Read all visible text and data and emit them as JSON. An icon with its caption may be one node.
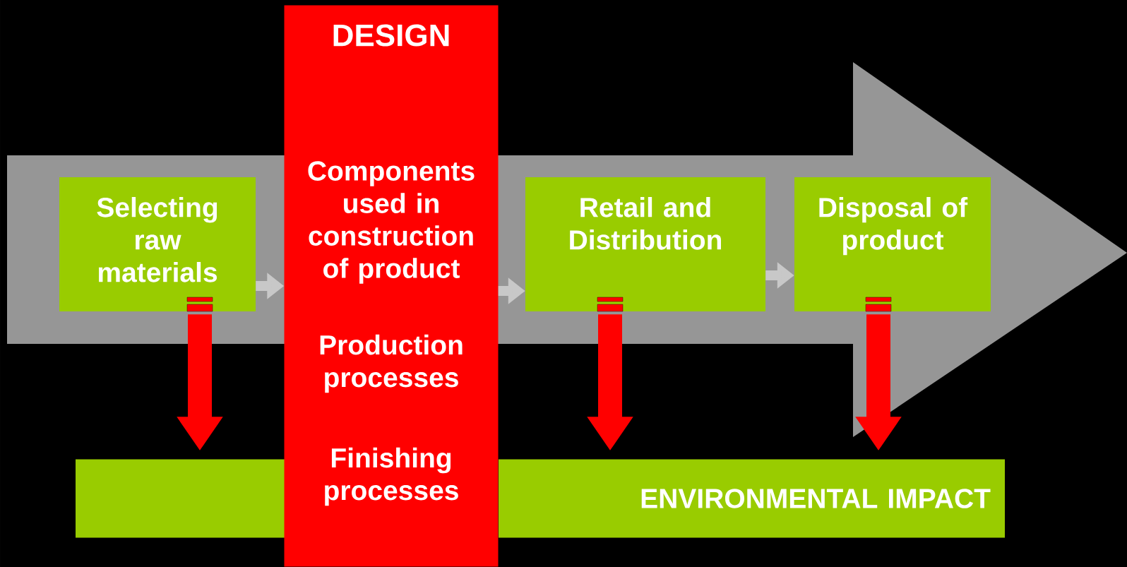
{
  "diagram": {
    "nodes": [
      {
        "text": [
          "Selecting raw materials"
        ]
      },
      {
        "text": [
          "DESIGN",
          "Components used in construction of product",
          "Production processes",
          "Finishing processes"
        ]
      },
      {
        "text": [
          "Retail and Distribution"
        ]
      },
      {
        "text": [
          "Disposal of product"
        ]
      },
      {
        "text": [],
        "shape": "bar"
      },
      {
        "text": [
          "ENVIRONMENTAL IMPACT"
        ]
      }
    ],
    "edges": [
      {
        "from": 0,
        "to": 1,
        "arrow": "to"
      },
      {
        "from": 1,
        "to": 2,
        "arrow": "to"
      },
      {
        "from": 2,
        "to": 3,
        "arrow": "to"
      },
      {
        "from": 0,
        "to": 4,
        "arrow": "to",
        "style": "thick",
        "color": "#ff0000"
      },
      {
        "from": 2,
        "to": 5,
        "arrow": "to",
        "style": "thick",
        "color": "#ff0000"
      },
      {
        "from": 3,
        "to": 5,
        "arrow": "to",
        "style": "thick",
        "color": "#ff0000"
      }
    ]
  }
}
